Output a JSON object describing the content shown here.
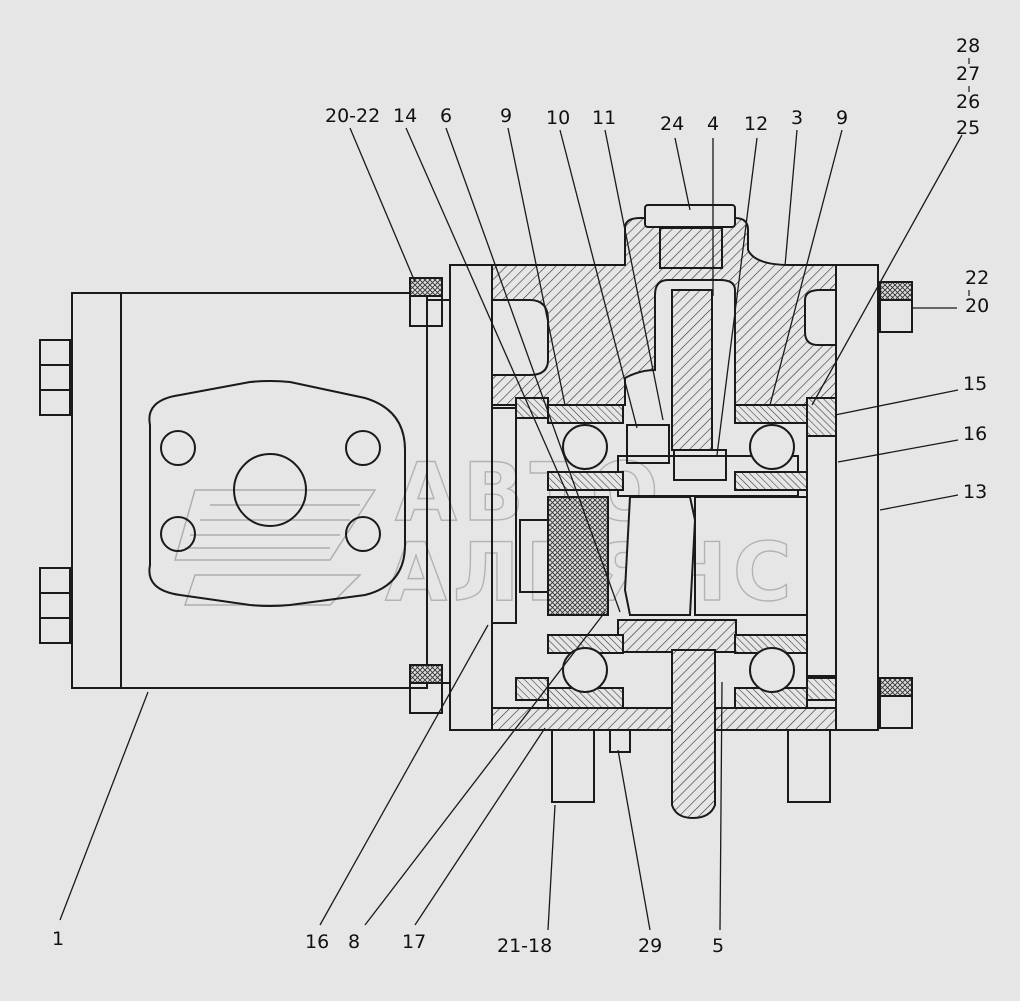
{
  "diagram": {
    "type": "exploded cross-section drawing",
    "callouts": [
      {
        "id": "c1",
        "label": "1"
      },
      {
        "id": "c2022",
        "label": "20-22"
      },
      {
        "id": "c14",
        "label": "14"
      },
      {
        "id": "c6",
        "label": "6"
      },
      {
        "id": "c9a",
        "label": "9"
      },
      {
        "id": "c10",
        "label": "10"
      },
      {
        "id": "c11",
        "label": "11"
      },
      {
        "id": "c24",
        "label": "24"
      },
      {
        "id": "c4",
        "label": "4"
      },
      {
        "id": "c12",
        "label": "12"
      },
      {
        "id": "c3",
        "label": "3"
      },
      {
        "id": "c9b",
        "label": "9"
      },
      {
        "id": "c28",
        "label": "28"
      },
      {
        "id": "c27",
        "label": "27"
      },
      {
        "id": "c26",
        "label": "26"
      },
      {
        "id": "c25",
        "label": "25"
      },
      {
        "id": "c22",
        "label": "22"
      },
      {
        "id": "c20",
        "label": "20"
      },
      {
        "id": "c15",
        "label": "15"
      },
      {
        "id": "c16r",
        "label": "16"
      },
      {
        "id": "c13",
        "label": "13"
      },
      {
        "id": "c16b",
        "label": "16"
      },
      {
        "id": "c8",
        "label": "8"
      },
      {
        "id": "c17",
        "label": "17"
      },
      {
        "id": "c2118",
        "label": "21-18"
      },
      {
        "id": "c29",
        "label": "29"
      },
      {
        "id": "c5",
        "label": "5"
      }
    ]
  },
  "watermark": {
    "line1": "АВТО",
    "line2": "АЛЬЯНС"
  },
  "colors": {
    "background": "#e6e6e6",
    "line": "#1a1a1a",
    "hatch": "#333333"
  }
}
